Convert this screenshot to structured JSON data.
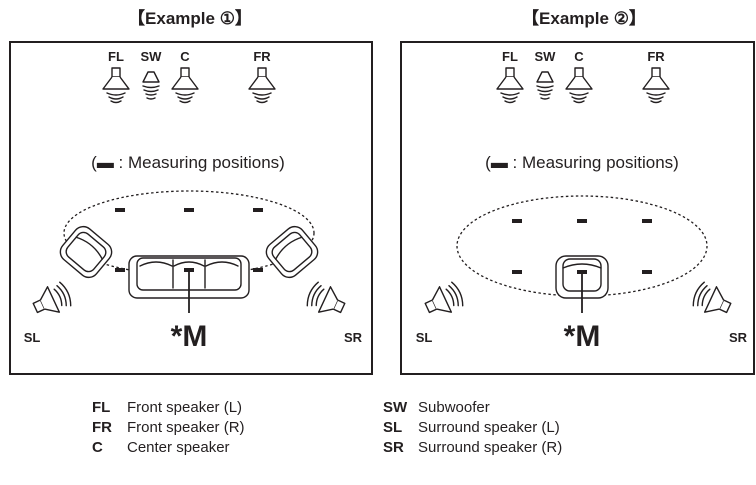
{
  "examples": [
    {
      "title": "【Example ①】",
      "measuring_note": "(▬ : Measuring positions)",
      "main_label": "*M",
      "speakers": {
        "FL": "FL",
        "SW": "SW",
        "C": "C",
        "FR": "FR",
        "SL": "SL",
        "SR": "SR"
      }
    },
    {
      "title": "【Example ②】",
      "measuring_note": "(▬ : Measuring positions)",
      "main_label": "*M",
      "speakers": {
        "FL": "FL",
        "SW": "SW",
        "C": "C",
        "FR": "FR",
        "SL": "SL",
        "SR": "SR"
      }
    }
  ],
  "legend": {
    "left": [
      {
        "abbr": "FL",
        "desc": "Front speaker (L)"
      },
      {
        "abbr": "FR",
        "desc": "Front speaker (R)"
      },
      {
        "abbr": "C",
        "desc": "Center speaker"
      }
    ],
    "right": [
      {
        "abbr": "SW",
        "desc": "Subwoofer"
      },
      {
        "abbr": "SL",
        "desc": "Surround speaker (L)"
      },
      {
        "abbr": "SR",
        "desc": "Surround speaker (R)"
      }
    ]
  }
}
